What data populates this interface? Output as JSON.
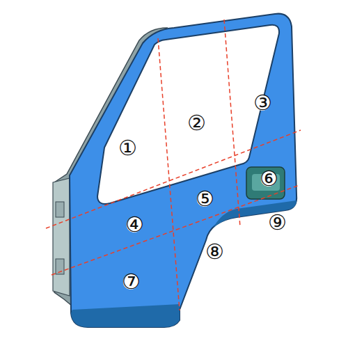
{
  "diagram": {
    "labels": [
      "①",
      "②",
      "③",
      "④",
      "⑤",
      "⑥",
      "⑦",
      "⑧",
      "⑨"
    ]
  }
}
